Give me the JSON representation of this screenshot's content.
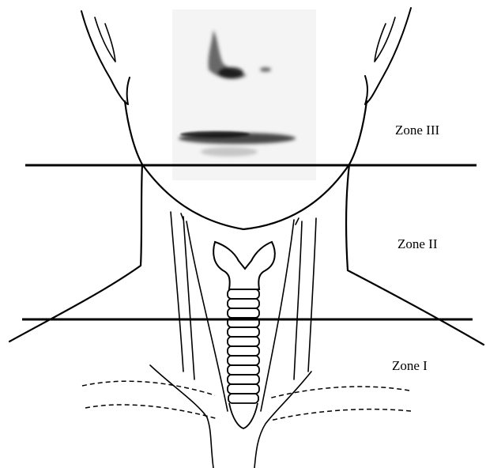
{
  "zones": [
    {
      "label": "Zone III"
    },
    {
      "label": "Zone II"
    },
    {
      "label": "Zone I"
    }
  ],
  "colors": {
    "line": "#000000",
    "background": "#ffffff",
    "face_shading": "#2a2a2a"
  }
}
